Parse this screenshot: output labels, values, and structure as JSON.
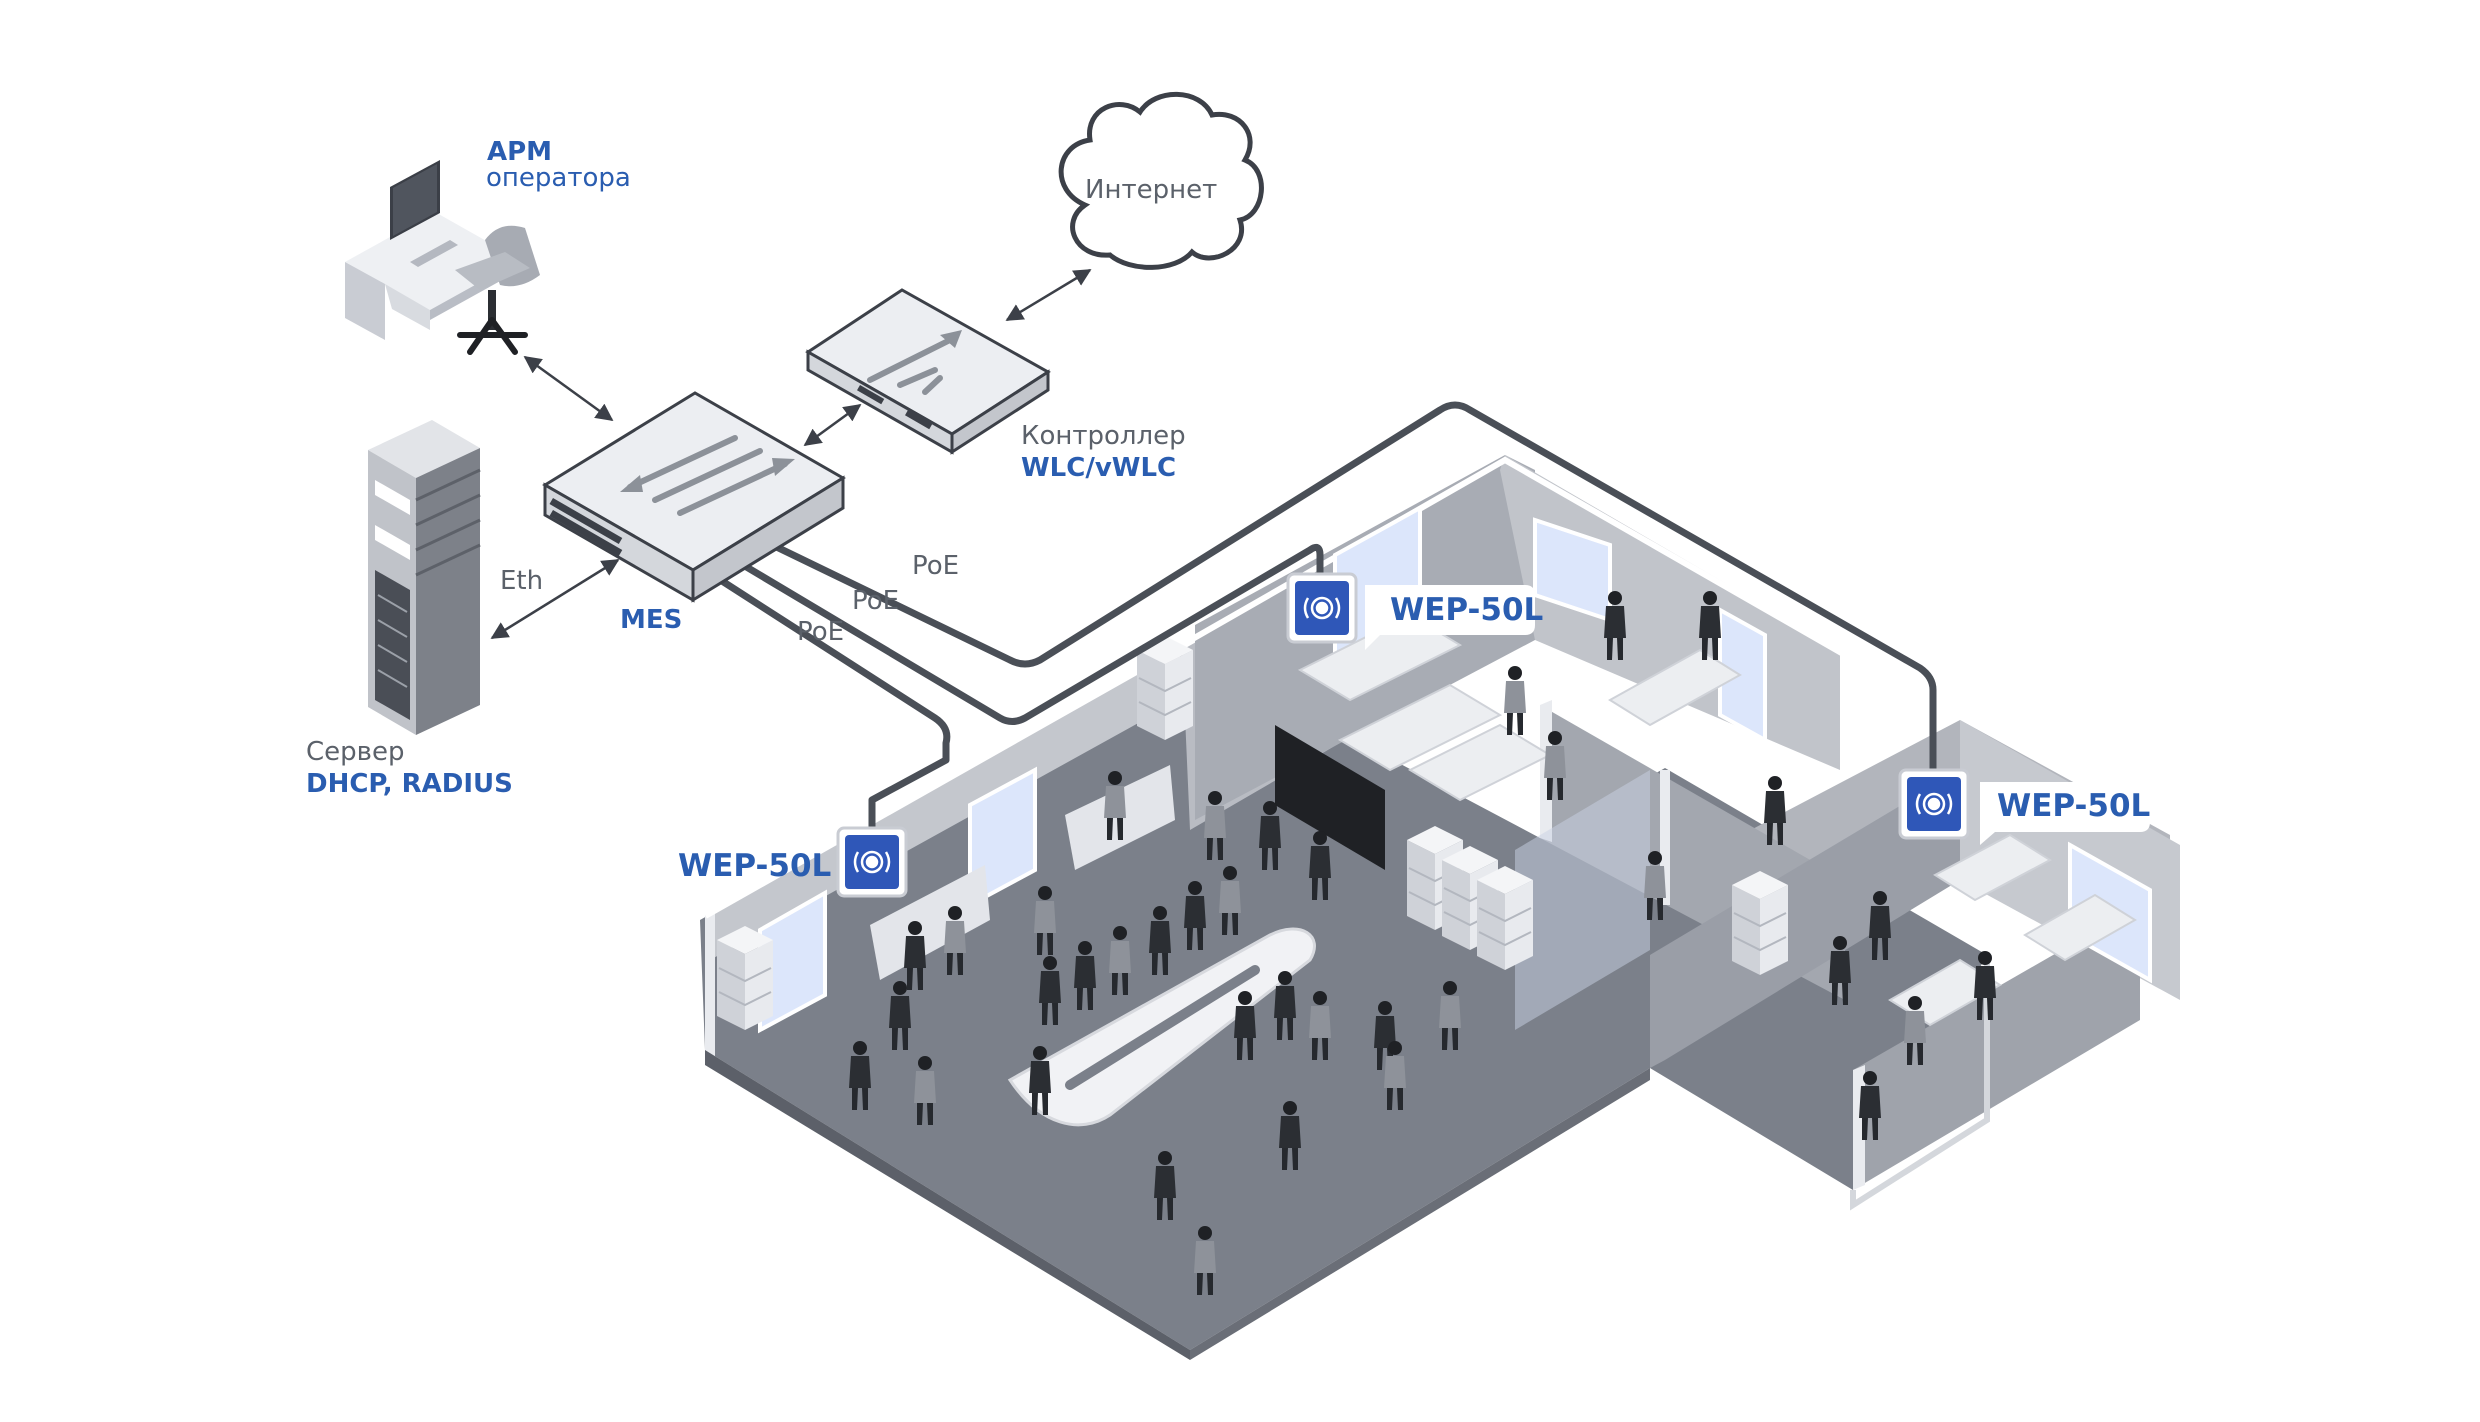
{
  "labels": {
    "workstation_line1": "АРМ",
    "workstation_line2": "оператора",
    "internet": "Интернет",
    "controller_line1": "Контроллер",
    "controller_line2": "WLC/vWLC",
    "switch": "MES",
    "eth": "Eth",
    "poe_1": "PoE",
    "poe_2": "PoE",
    "poe_3": "PoE",
    "server_line1": "Сервер",
    "server_line2": "DHCP, RADIUS",
    "ap_left": "WEP-50L",
    "ap_center": "WEP-50L",
    "ap_right": "WEP-50L"
  },
  "colors": {
    "accent_blue": "#2a5db0",
    "ap_blue": "#2f57b8",
    "cable": "#4a4f57",
    "floor": "#7b808a",
    "wall": "#b9bcc3",
    "window": "#dce6fb"
  }
}
